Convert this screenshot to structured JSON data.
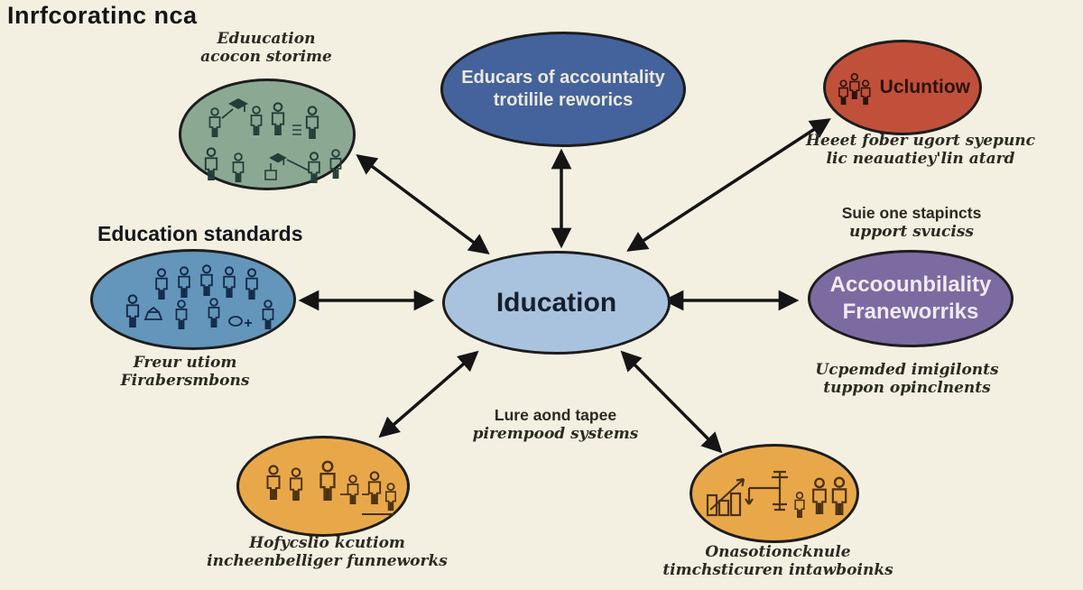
{
  "title": "Inrfcoratinc nca",
  "background_color": "#f3f0e2",
  "nodes": {
    "topBlue": {
      "line1": "Educars of accountality",
      "line2": "trotilile reworics",
      "fill": "#44639c",
      "text_color": "#ece9dd"
    },
    "green": {
      "fill": "#8ba893",
      "icon": "students-graduation-group-icon"
    },
    "red": {
      "label": "Ucluntiow",
      "fill": "#c1503a",
      "icon": "family-group-icon"
    },
    "leftBlue": {
      "fill": "#6396ba",
      "icon": "people-crowd-icon"
    },
    "center": {
      "label": "Iducation",
      "fill": "#a9c3df"
    },
    "purple": {
      "line1": "Accoounbilality",
      "line2": "Franeworriks",
      "fill": "#7c6ba1",
      "text_color": "#f0eaf1"
    },
    "orangeBL": {
      "fill": "#e8a84a",
      "icon": "people-teaching-group-icon"
    },
    "orangeBR": {
      "fill": "#e8a84a",
      "icon": "bar-chart-growth-people-icon"
    }
  },
  "labels": {
    "greenCaption": {
      "line1": "Eduucation",
      "line2": "acocon storime"
    },
    "leftHeading": "Education standards",
    "leftCaption": {
      "line1": "Freur utiom",
      "line2": "Firabersmbons"
    },
    "redCaption": {
      "line1": "Heeet fober ugort syepunc",
      "line2": "lic neauatiey'lin atard"
    },
    "rightMid": {
      "line1": "Suie one stapincts",
      "line2": "upport svuciss"
    },
    "purpleCaption": {
      "line1": "Ucpemded imigilonts",
      "line2": "tuppon opinclnents"
    },
    "centerBottom": {
      "line1": "Lure aond tapee",
      "line2": "pirempood systems"
    },
    "orangeBLCaption": {
      "line1": "Hofycslio kcutiom",
      "line2": "incheenbelliger funneworks"
    },
    "orangeBRCaption": {
      "line1": "Onasotioncknule",
      "line2": "timchsticuren intawboinks"
    }
  },
  "edges": [
    {
      "from": "green",
      "to": "center",
      "style": "double-arrow"
    },
    {
      "from": "topBlue",
      "to": "center",
      "style": "double-arrow"
    },
    {
      "from": "red",
      "to": "center",
      "style": "double-arrow"
    },
    {
      "from": "leftBlue",
      "to": "center",
      "style": "double-arrow"
    },
    {
      "from": "purple",
      "to": "center",
      "style": "double-arrow"
    },
    {
      "from": "orangeBL",
      "to": "center",
      "style": "double-arrow"
    },
    {
      "from": "orangeBR",
      "to": "center",
      "style": "double-arrow"
    }
  ]
}
